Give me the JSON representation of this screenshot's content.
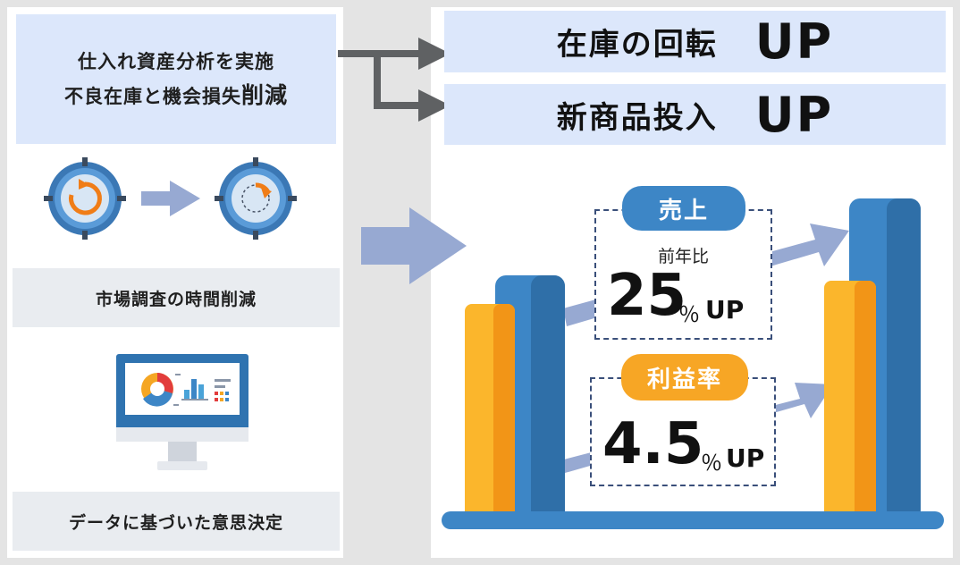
{
  "left": {
    "analysis_line1": "仕入れ資産分析を実施",
    "analysis_line2_prefix": "不良在庫と機会損失",
    "analysis_line2_emph": "削減",
    "survey_label": "市場調査の時間削減",
    "decision_label": "データに基づいた意思決定"
  },
  "right": {
    "turnover_label": "在庫の回転",
    "turnover_up": "UP",
    "newproduct_label": "新商品投入",
    "newproduct_up": "UP"
  },
  "sales": {
    "label": "売上",
    "comparison": "前年比",
    "value": "25",
    "percent": "％",
    "up": "UP"
  },
  "profit": {
    "label": "利益率",
    "value": "4.5",
    "percent": "％",
    "up": "UP"
  },
  "colors": {
    "light_blue": "#dce7fb",
    "bar_blue": "#3d86c6",
    "bar_orange": "#f7a625",
    "arrow_gray": "#5f6163",
    "arrow_blue": "#97a9d2"
  },
  "icons": [
    "clock-icon",
    "arrow-right-icon",
    "monitor-dashboard-icon"
  ]
}
